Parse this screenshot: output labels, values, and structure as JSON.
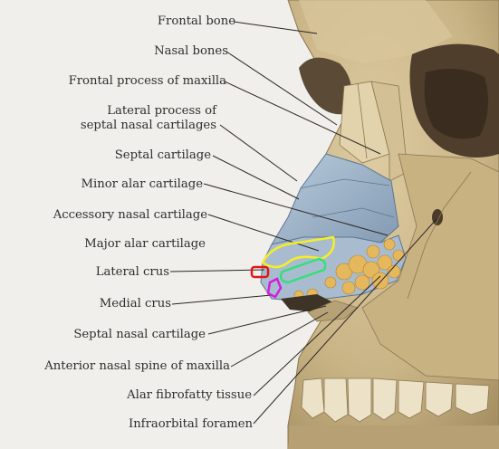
{
  "labels": {
    "frontal_bone": "Frontal bone",
    "nasal_bones": "Nasal bones",
    "frontal_process": "Frontal process of maxilla",
    "lateral_process_1": "Lateral process of",
    "lateral_process_2": "septal nasal cartilages",
    "septal_cartilage": "Septal cartilage",
    "minor_alar": "Minor alar cartilage",
    "accessory_nasal": "Accessory nasal cartilage",
    "major_alar": "Major alar cartilage",
    "lateral_crus": "Lateral crus",
    "medial_crus": "Medial crus",
    "septal_nasal": "Septal nasal cartilage",
    "anterior_spine": "Anterior nasal spine of maxilla",
    "alar_fibrofatty": "Alar fibrofatty tissue",
    "infraorbital": "Infraorbital foramen"
  },
  "colors": {
    "bone": "#cdb98d",
    "cartilage": "#9fb4c9",
    "fat": "#e6b85e",
    "annotation_yellow": "#f4ee28",
    "annotation_green": "#33e07a",
    "annotation_red": "#e01818",
    "annotation_magenta": "#d21edc"
  }
}
